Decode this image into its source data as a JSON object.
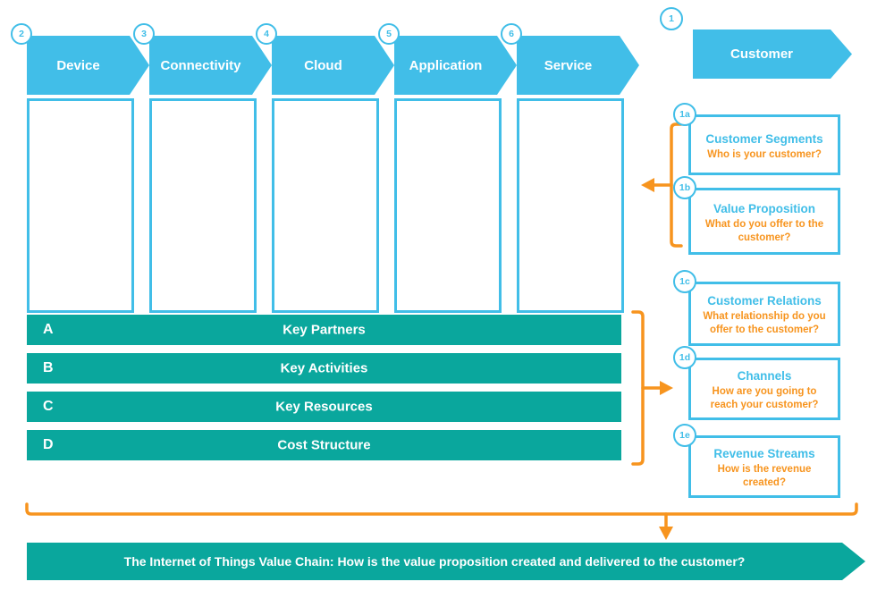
{
  "palette": {
    "cyan": "#41BEE8",
    "teal": "#0AA79D",
    "orange": "#F7941E"
  },
  "value_chain": {
    "stages": [
      {
        "number": "2",
        "label": "Device"
      },
      {
        "number": "3",
        "label": "Connectivity"
      },
      {
        "number": "4",
        "label": "Cloud"
      },
      {
        "number": "5",
        "label": "Application"
      },
      {
        "number": "6",
        "label": "Service"
      }
    ],
    "rows": [
      {
        "letter": "A",
        "label": "Key Partners"
      },
      {
        "letter": "B",
        "label": "Key Activities"
      },
      {
        "letter": "C",
        "label": "Key Resources"
      },
      {
        "letter": "D",
        "label": "Cost Structure"
      }
    ]
  },
  "customer": {
    "number": "1",
    "label": "Customer"
  },
  "customer_detail": {
    "top_group": [
      {
        "number": "1a",
        "title": "Customer Segments",
        "question": "Who is your customer?"
      },
      {
        "number": "1b",
        "title": "Value Proposition",
        "question": "What do you offer to the customer?"
      }
    ],
    "bottom_group": [
      {
        "number": "1c",
        "title": "Customer Relations",
        "question": "What relationship do you offer to the customer?"
      },
      {
        "number": "1d",
        "title": "Channels",
        "question": "How are you going to reach your customer?"
      },
      {
        "number": "1e",
        "title": "Revenue Streams",
        "question": "How is the revenue created?"
      }
    ]
  },
  "footer": {
    "label": "The Internet of Things Value Chain: How is the value proposition created and delivered to the customer?"
  }
}
